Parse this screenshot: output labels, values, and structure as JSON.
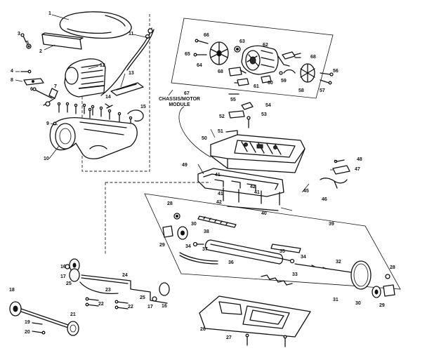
{
  "module_label": {
    "line1": "CHASSIS/MOTOR",
    "line2": "MODULE"
  },
  "callouts": [
    {
      "id": "p1",
      "text": "1"
    },
    {
      "id": "p2",
      "text": "2"
    },
    {
      "id": "p3",
      "text": "3"
    },
    {
      "id": "p4",
      "text": "4"
    },
    {
      "id": "p5",
      "text": "5"
    },
    {
      "id": "p6",
      "text": "6"
    },
    {
      "id": "p7",
      "text": "7"
    },
    {
      "id": "p8",
      "text": "8"
    },
    {
      "id": "p9",
      "text": "9"
    },
    {
      "id": "p10",
      "text": "10"
    },
    {
      "id": "p11",
      "text": "11"
    },
    {
      "id": "p12",
      "text": "12"
    },
    {
      "id": "p13",
      "text": "13"
    },
    {
      "id": "p14",
      "text": "14"
    },
    {
      "id": "p15",
      "text": "15"
    },
    {
      "id": "p16a",
      "text": "16"
    },
    {
      "id": "p16b",
      "text": "16"
    },
    {
      "id": "p17a",
      "text": "17"
    },
    {
      "id": "p17b",
      "text": "17"
    },
    {
      "id": "p18",
      "text": "18"
    },
    {
      "id": "p19",
      "text": "19"
    },
    {
      "id": "p20",
      "text": "20"
    },
    {
      "id": "p21",
      "text": "21"
    },
    {
      "id": "p22a",
      "text": "22"
    },
    {
      "id": "p22b",
      "text": "22"
    },
    {
      "id": "p23",
      "text": "23"
    },
    {
      "id": "p24",
      "text": "24"
    },
    {
      "id": "p25a",
      "text": "25"
    },
    {
      "id": "p25b",
      "text": "25"
    },
    {
      "id": "p26",
      "text": "26"
    },
    {
      "id": "p27",
      "text": "27"
    },
    {
      "id": "p28a",
      "text": "28"
    },
    {
      "id": "p28b",
      "text": "28"
    },
    {
      "id": "p29a",
      "text": "29"
    },
    {
      "id": "p29b",
      "text": "29"
    },
    {
      "id": "p30a",
      "text": "30"
    },
    {
      "id": "p30b",
      "text": "30"
    },
    {
      "id": "p31",
      "text": "31"
    },
    {
      "id": "p32",
      "text": "32"
    },
    {
      "id": "p33",
      "text": "33"
    },
    {
      "id": "p34a",
      "text": "34"
    },
    {
      "id": "p34b",
      "text": "34"
    },
    {
      "id": "p35",
      "text": "35"
    },
    {
      "id": "p36",
      "text": "36"
    },
    {
      "id": "p37",
      "text": "37"
    },
    {
      "id": "p38",
      "text": "38"
    },
    {
      "id": "p39",
      "text": "39"
    },
    {
      "id": "p40",
      "text": "40"
    },
    {
      "id": "p41a",
      "text": "41"
    },
    {
      "id": "p41b",
      "text": "41"
    },
    {
      "id": "p41c",
      "text": "41"
    },
    {
      "id": "p42a",
      "text": "42"
    },
    {
      "id": "p42b",
      "text": "42"
    },
    {
      "id": "p45",
      "text": "45"
    },
    {
      "id": "p46",
      "text": "46"
    },
    {
      "id": "p47",
      "text": "47"
    },
    {
      "id": "p48",
      "text": "48"
    },
    {
      "id": "p49",
      "text": "49"
    },
    {
      "id": "p50",
      "text": "50"
    },
    {
      "id": "p51",
      "text": "51"
    },
    {
      "id": "p52",
      "text": "52"
    },
    {
      "id": "p53",
      "text": "53"
    },
    {
      "id": "p54",
      "text": "54"
    },
    {
      "id": "p55",
      "text": "55"
    },
    {
      "id": "p56",
      "text": "56"
    },
    {
      "id": "p57",
      "text": "57"
    },
    {
      "id": "p58",
      "text": "58"
    },
    {
      "id": "p59",
      "text": "59"
    },
    {
      "id": "p60",
      "text": "60"
    },
    {
      "id": "p61",
      "text": "61"
    },
    {
      "id": "p62",
      "text": "62"
    },
    {
      "id": "p63",
      "text": "63"
    },
    {
      "id": "p64",
      "text": "64"
    },
    {
      "id": "p65",
      "text": "65"
    },
    {
      "id": "p66",
      "text": "66"
    },
    {
      "id": "p67",
      "text": "67"
    },
    {
      "id": "p68a",
      "text": "68"
    },
    {
      "id": "p68b",
      "text": "68"
    }
  ]
}
